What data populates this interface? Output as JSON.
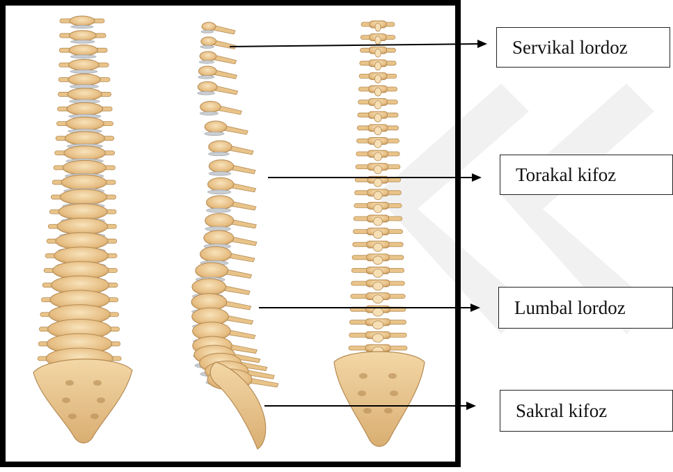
{
  "diagram": {
    "labels": [
      {
        "id": "servikal",
        "text": "Servikal lordoz"
      },
      {
        "id": "torakal",
        "text": "Torakal kifoz"
      },
      {
        "id": "lumbal",
        "text": "Lumbal lordoz"
      },
      {
        "id": "sakral",
        "text": "Sakral kifoz"
      }
    ],
    "views": [
      "anterior",
      "lateral",
      "posterior"
    ],
    "colors": {
      "bone": "#e9c48a",
      "bone_light": "#f6dfb5",
      "bone_dark": "#b58a52",
      "disc": "#c9cdd2",
      "frame": "#000000",
      "watermark": "#eeeeee"
    }
  }
}
